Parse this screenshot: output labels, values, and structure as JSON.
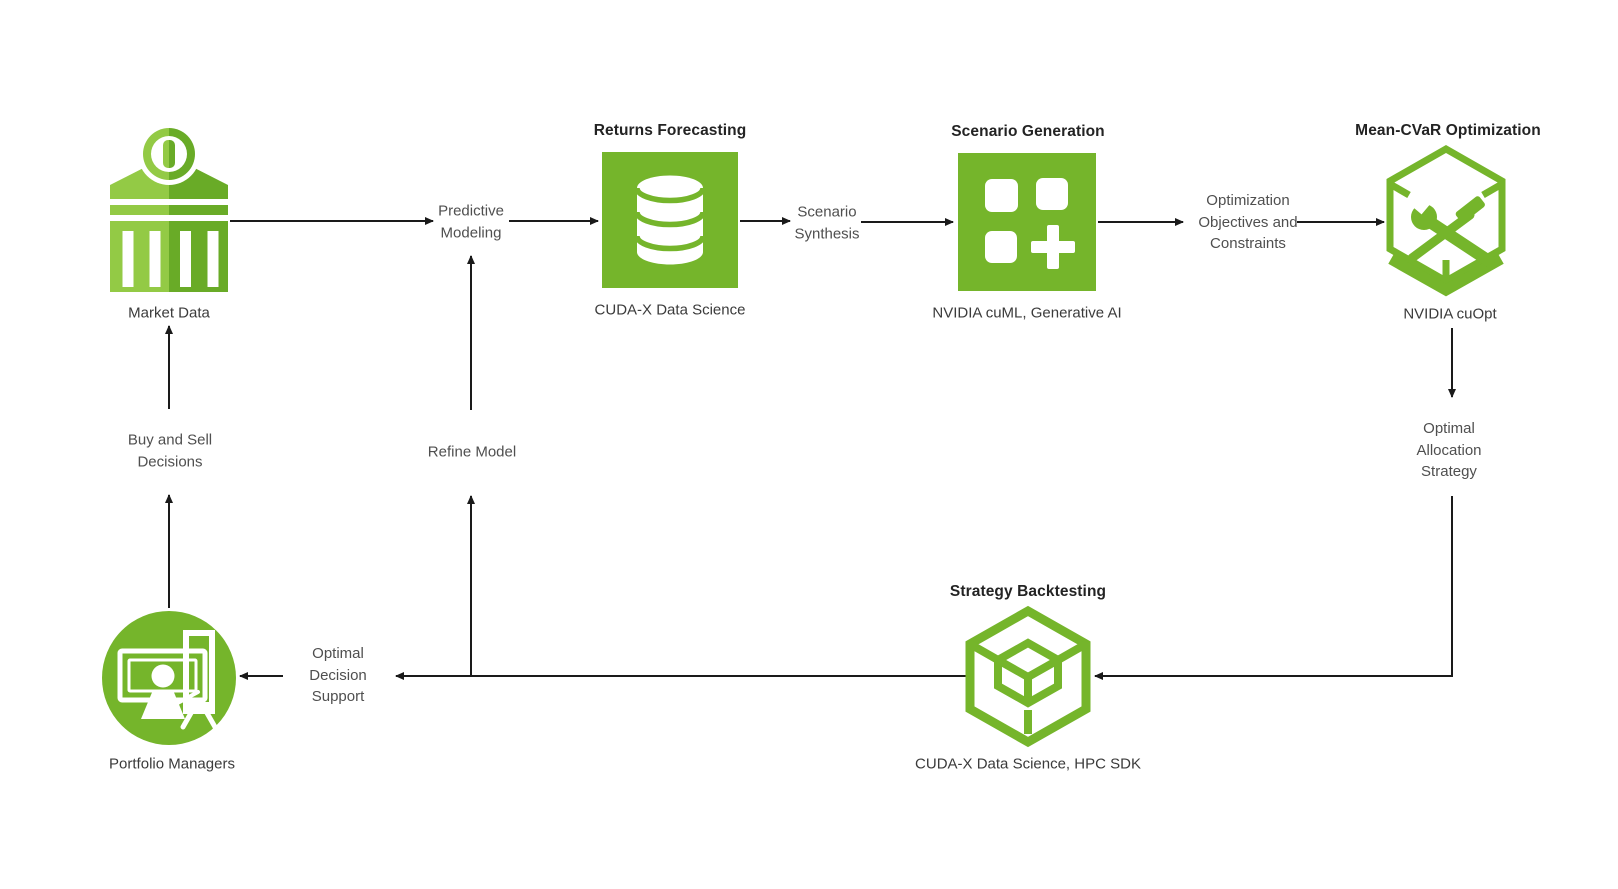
{
  "colors": {
    "background": "#ffffff",
    "green": "#75b52b",
    "green_light": "#93ca45",
    "green_dark": "#69ab27",
    "arrow": "#1a1a1a",
    "title_text": "#232323",
    "label_text": "#4f4f4f",
    "caption_text": "#3b3b3b"
  },
  "nodes": {
    "market_data": {
      "label": "Market Data",
      "icon": "bank-icon"
    },
    "returns_forecasting": {
      "title": "Returns Forecasting",
      "caption": "CUDA-X Data Science",
      "icon": "database-icon"
    },
    "scenario_generation": {
      "title": "Scenario Generation",
      "caption": "NVIDIA cuML, Generative AI",
      "icon": "tiles-plus-icon"
    },
    "mean_cvar_optimization": {
      "title": "Mean-CVaR Optimization",
      "caption": "NVIDIA cuOpt",
      "icon": "hexagon-tools-icon"
    },
    "strategy_backtesting": {
      "title": "Strategy Backtesting",
      "caption": "CUDA-X Data Science, HPC SDK",
      "icon": "cube-icon"
    },
    "portfolio_managers": {
      "label": "Portfolio Managers",
      "icon": "presenter-icon"
    }
  },
  "edge_labels": {
    "predictive_modeling": "Predictive\nModeling",
    "scenario_synthesis": "Scenario\nSynthesis",
    "optimization_objectives": "Optimization\nObjectives and\nConstraints",
    "optimal_allocation": "Optimal\nAllocation\nStrategy",
    "optimal_decision": "Optimal\nDecision\nSupport",
    "buy_sell": "Buy and Sell\nDecisions",
    "refine_model": "Refine Model"
  }
}
